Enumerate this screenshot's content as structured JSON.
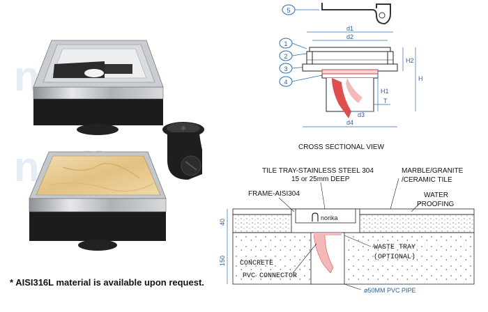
{
  "watermark": "norika",
  "callouts": [
    "1",
    "2",
    "3",
    "4",
    "5"
  ],
  "dimensions": {
    "d1": "d1",
    "d2": "d2",
    "d3": "d3",
    "d4": "d4",
    "H": "H",
    "H1": "H1",
    "H2": "H2",
    "T": "T"
  },
  "cross_section_title": "CROSS SECTIONAL VIEW",
  "section_labels": {
    "tile_tray": "TILE TRAY-STAINLESS STEEL 304",
    "tray_depth": "15 or 25mm  DEEP",
    "frame": "FRAME-AISI304",
    "marble": "MARBLE/GRANITE",
    "ceramic": "/CERAMIC TILE",
    "water": "WATER",
    "proofing": "PROOFING",
    "concrete": "CONCRETE",
    "pvc_connector": "PVC CONNECTOR",
    "waste_tray": "WASTE TRAY",
    "optional": "(OPTIONAL)",
    "pvc_pipe": "ø50MM PVC PIPE",
    "dim_40": "40",
    "dim_150": "150",
    "brand": "norika"
  },
  "footnote": "* AISI316L material is available upon request.",
  "colors": {
    "dim_blue": "#2b6cb0",
    "waste_red": "#e04f4f",
    "pink": "#f3b8b8",
    "steel": "#b9bcc0",
    "marble": "#e8c98c"
  }
}
